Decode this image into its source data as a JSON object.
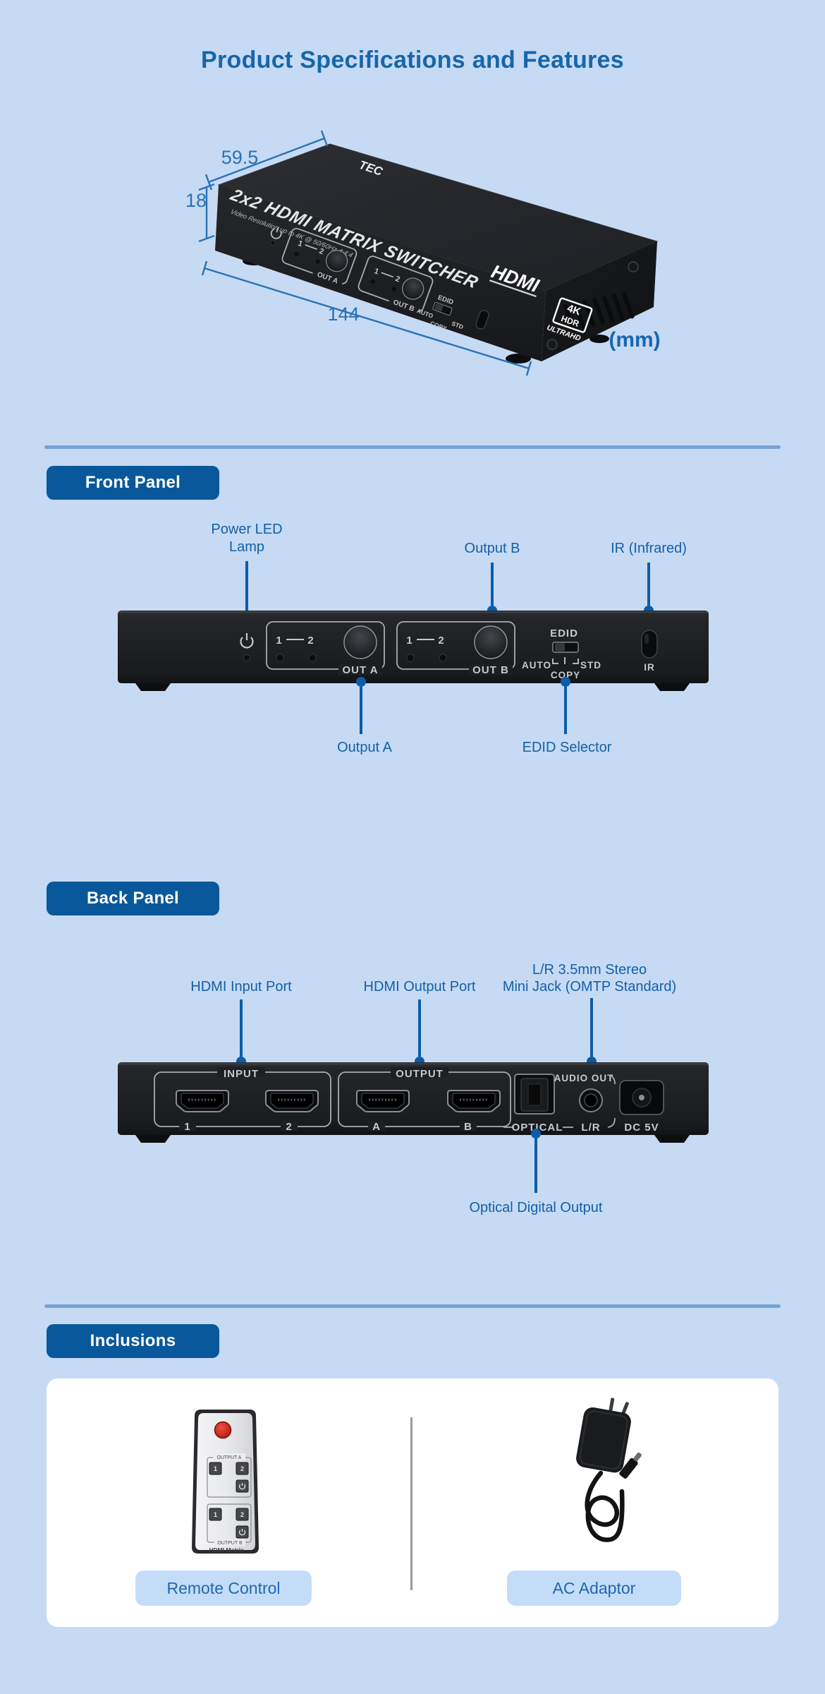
{
  "page": {
    "title": "Product Specifications and Features",
    "unit": "(mm)",
    "colors": {
      "background": "#c6daf4",
      "section_button": "#09589b",
      "title": "#1766ab",
      "divider": "#74a3d6",
      "callout": "#0b5da9",
      "pill_bg": "#c3dcf8",
      "pill_text": "#2268b0",
      "device_body": "#1d1f23"
    }
  },
  "product": {
    "brand": "TEC",
    "name": "2x2 HDMI MATRIX SWITCHER",
    "subtitle": "Video Resolution up to 4K @ 50/60Hz 4:4:4",
    "hdmi_logo": "HDMI",
    "badge_4k": "4K",
    "badge_hdr": "HDR",
    "badge_uhd": "ULTRAHD",
    "dim_width": "59.5",
    "dim_height": "18",
    "dim_length": "144"
  },
  "front": {
    "heading": "Front Panel",
    "callout_power_line1": "Power LED",
    "callout_power_line2": "Lamp",
    "callout_output_b": "Output B",
    "callout_ir": "IR (Infrared)",
    "callout_output_a": "Output A",
    "callout_edid": "EDID Selector",
    "num1": "1",
    "num2": "2",
    "out_a": "OUT A",
    "out_b": "OUT B",
    "edid": "EDID",
    "auto": "AUTO",
    "copy": "COPY",
    "std": "STD",
    "ir": "IR"
  },
  "back": {
    "heading": "Back Panel",
    "callout_input": "HDMI Input Port",
    "callout_output": "HDMI Output Port",
    "callout_lr_line1": "L/R 3.5mm Stereo",
    "callout_lr_line2": "Mini Jack (OMTP Standard)",
    "callout_optical": "Optical Digital Output",
    "input": "INPUT",
    "output": "OUTPUT",
    "port1": "1",
    "port2": "2",
    "port_a": "A",
    "port_b": "B",
    "optical": "OPTICAL",
    "audio_out": "AUDIO OUT",
    "lr": "L/R",
    "dc": "DC 5V"
  },
  "inclusions": {
    "heading": "Inclusions",
    "items": [
      {
        "label": "Remote Control"
      },
      {
        "label": "AC Adaptor"
      }
    ],
    "remote": {
      "group_a": "OUTPUT A",
      "group_b": "OUTPUT B",
      "btn1": "1",
      "btn2": "2",
      "brand": "HDMI Matrix"
    }
  }
}
